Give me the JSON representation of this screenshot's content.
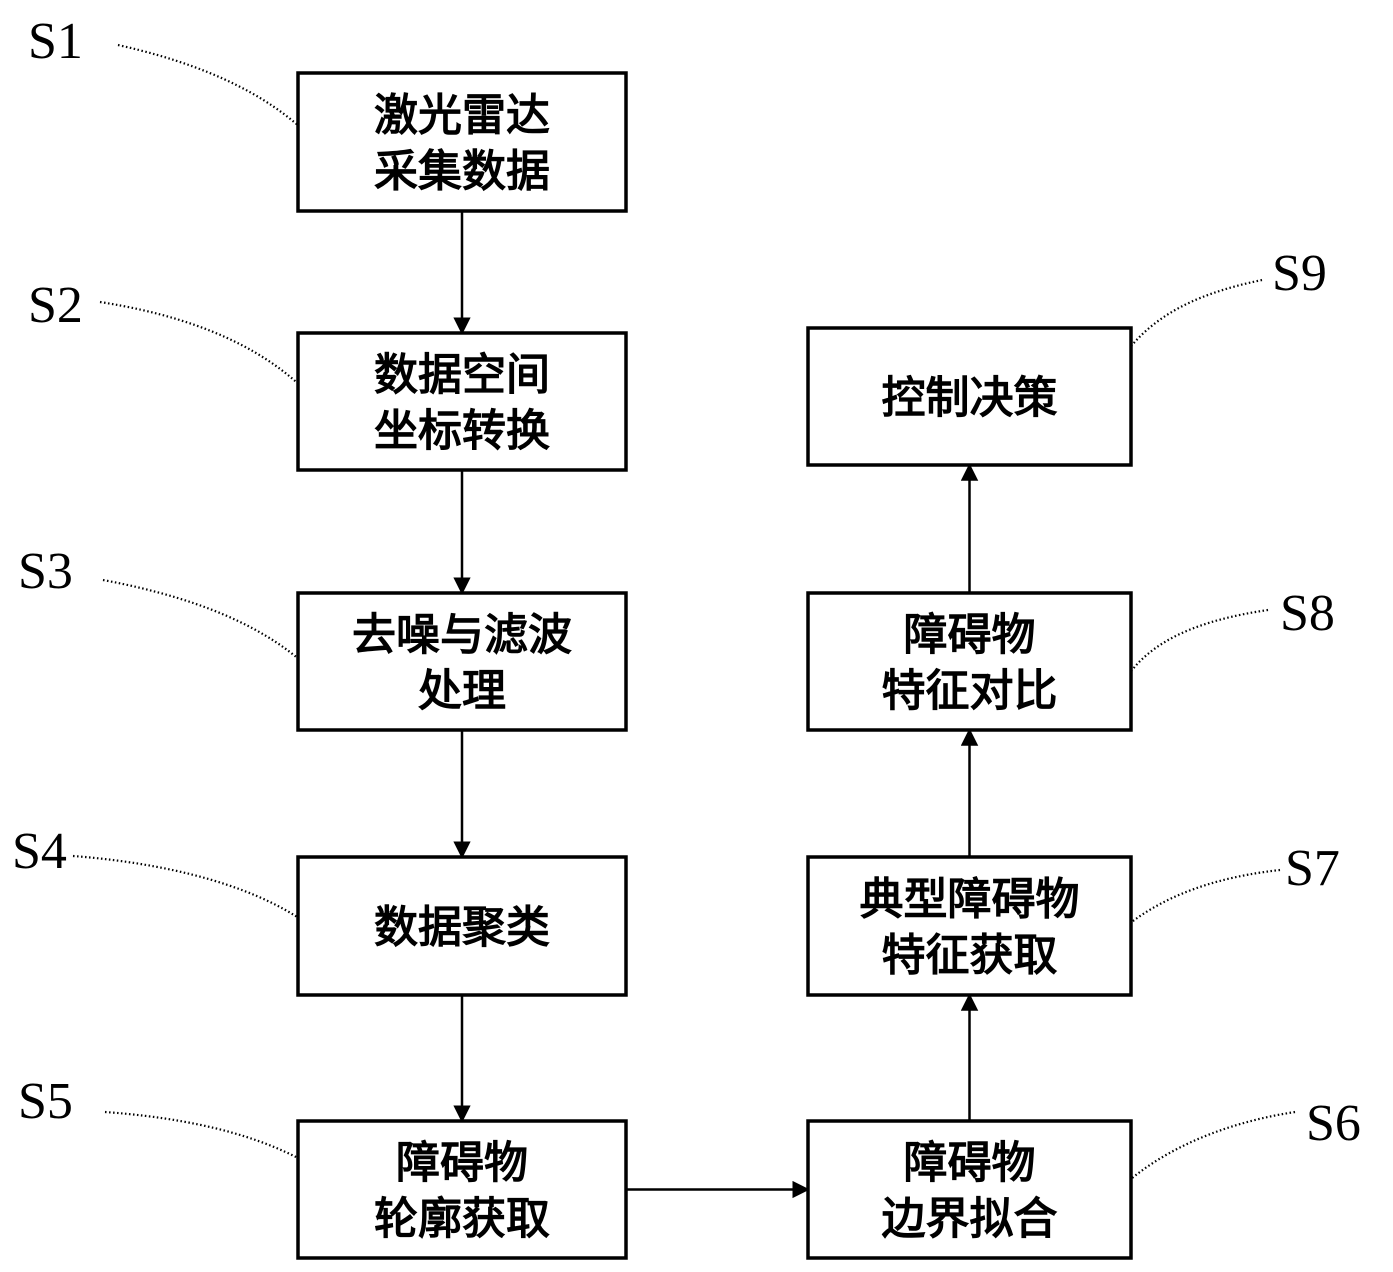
{
  "steps": [
    {
      "id": "S1",
      "lines": [
        "激光雷达",
        "采集数据"
      ]
    },
    {
      "id": "S2",
      "lines": [
        "数据空间",
        "坐标转换"
      ]
    },
    {
      "id": "S3",
      "lines": [
        "去噪与滤波",
        "处理"
      ]
    },
    {
      "id": "S4",
      "lines": [
        "数据聚类"
      ]
    },
    {
      "id": "S5",
      "lines": [
        "障碍物",
        "轮廓获取"
      ]
    },
    {
      "id": "S6",
      "lines": [
        "障碍物",
        "边界拟合"
      ]
    },
    {
      "id": "S7",
      "lines": [
        "典型障碍物",
        "特征获取"
      ]
    },
    {
      "id": "S8",
      "lines": [
        "障碍物",
        "特征对比"
      ]
    },
    {
      "id": "S9",
      "lines": [
        "控制决策"
      ]
    }
  ],
  "edges": [
    [
      "S1",
      "S2"
    ],
    [
      "S2",
      "S3"
    ],
    [
      "S3",
      "S4"
    ],
    [
      "S4",
      "S5"
    ],
    [
      "S5",
      "S6"
    ],
    [
      "S6",
      "S7"
    ],
    [
      "S7",
      "S8"
    ],
    [
      "S8",
      "S9"
    ]
  ]
}
